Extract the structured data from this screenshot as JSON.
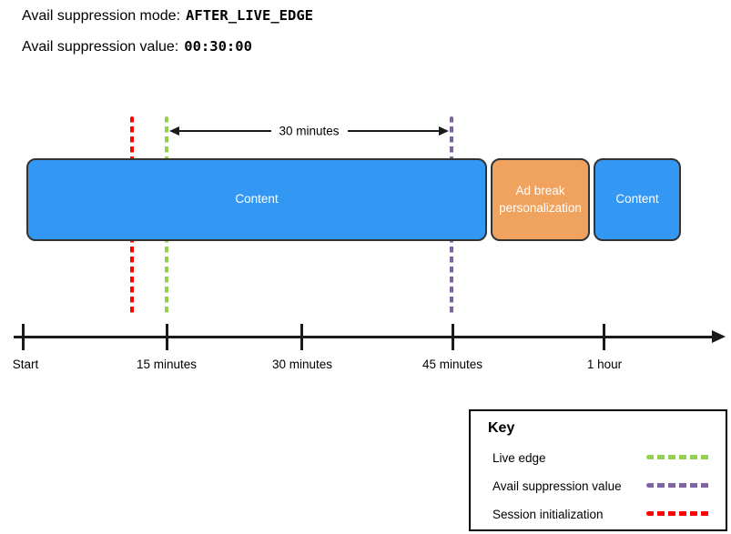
{
  "header": {
    "mode_label": "Avail suppression mode:",
    "mode_value": "AFTER_LIVE_EDGE",
    "value_label": "Avail suppression value:",
    "value_value": "00:30:00"
  },
  "diagram": {
    "arrow_label": "30 minutes",
    "content_block_1": "Content",
    "ad_break_block": "Ad break personalization",
    "content_block_2": "Content",
    "colors": {
      "content_blue": "#3398F4",
      "ad_break_orange": "#EFA35E",
      "live_edge_green": "#92D050",
      "avail_suppression_purple": "#8064A2",
      "session_initialization_red": "#FF0000"
    }
  },
  "timeline": {
    "tick_labels": [
      "Start",
      "15 minutes",
      "30 minutes",
      "45 minutes",
      "1 hour"
    ]
  },
  "key": {
    "title": "Key",
    "items": [
      {
        "label": "Live edge",
        "color": "#92D050"
      },
      {
        "label": "Avail suppression value",
        "color": "#8064A2"
      },
      {
        "label": "Session initialization",
        "color": "#FF0000"
      }
    ]
  }
}
